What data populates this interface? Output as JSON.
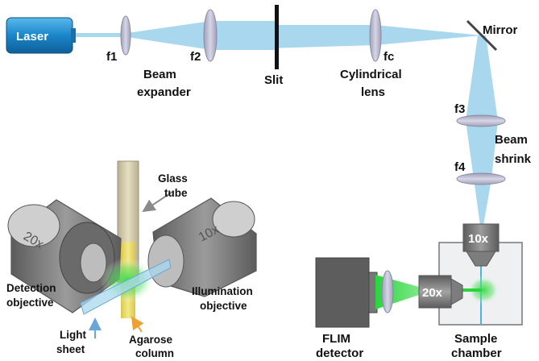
{
  "top_path": {
    "laser": "Laser",
    "f1": "f1",
    "f2": "f2",
    "beam_expander": [
      "Beam",
      "expander"
    ],
    "slit": "Slit",
    "fc": "fc",
    "cylindrical_lens": [
      "Cylindrical",
      "lens"
    ],
    "mirror": "Mirror",
    "f3": "f3",
    "f4": "f4",
    "beam_shrink": [
      "Beam",
      "shrink"
    ]
  },
  "left_inset": {
    "objective_left_mag": "20x",
    "objective_right_mag": "10x",
    "glass_tube": [
      "Glass",
      "tube"
    ],
    "detection_objective": [
      "Detection",
      "objective"
    ],
    "illumination_objective": [
      "Illumination",
      "objective"
    ],
    "light_sheet": [
      "Light",
      "sheet"
    ],
    "agarose_column": [
      "Agarose",
      "column"
    ]
  },
  "right_inset": {
    "top_objective_mag": "10x",
    "side_objective_mag": "20x",
    "flim_detector": [
      "FLIM",
      "detector"
    ],
    "sample_chamber": [
      "Sample",
      "chamber"
    ]
  },
  "colors": {
    "beam": "#a9d8ee",
    "laser": "#1a86c9",
    "fluorescence": "#3ddc4c",
    "arrow_blue": "#6aa7d8",
    "arrow_orange": "#f0a030"
  }
}
